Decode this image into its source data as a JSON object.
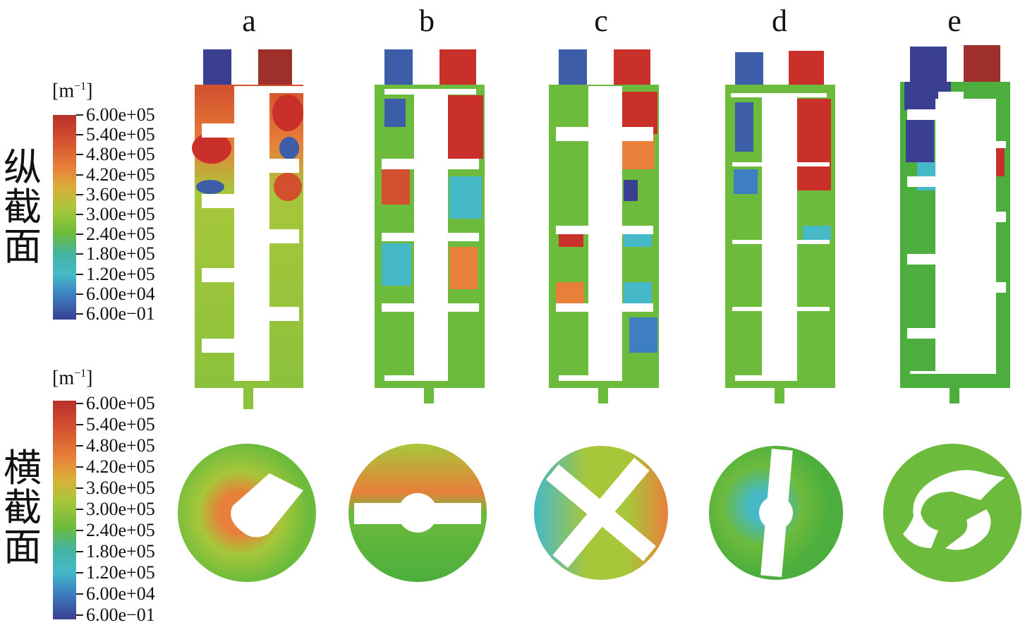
{
  "columns": [
    "a",
    "b",
    "c",
    "d",
    "e"
  ],
  "rows": {
    "longitudinal": [
      "纵",
      "截",
      "面"
    ],
    "cross": [
      "横",
      "截",
      "面"
    ]
  },
  "colorbar_top": {
    "unit_base": "[m",
    "unit_exp": "−1",
    "unit_close": "]",
    "ticks": [
      "6.00e+05",
      "5.40e+05",
      "4.80e+05",
      "4.20e+05",
      "3.60e+05",
      "3.00e+05",
      "2.40e+05",
      "1.80e+05",
      "1.20e+05",
      "6.00e+04",
      "6.00e−01"
    ]
  },
  "colorbar_bottom": {
    "unit_base": "[m",
    "unit_exp": "−1",
    "unit_close": "]",
    "ticks": [
      "6.00e+05",
      "5.40e+05",
      "4.80e+05",
      "4.20e+05",
      "3.60e+05",
      "3.00e+05",
      "2.40e+05",
      "1.80e+05",
      "1.20e+05",
      "6.00e+04",
      "6.00e−01"
    ]
  },
  "colors": {
    "red": "#c9302a",
    "dark_red": "#9e2f2a",
    "orange": "#e8803a",
    "yellow_green": "#a7c73a",
    "green": "#6cbb3c",
    "green_dark": "#4cae3c",
    "cyan": "#45b9c8",
    "blue": "#3d5da8",
    "navy": "#3a3f92"
  }
}
